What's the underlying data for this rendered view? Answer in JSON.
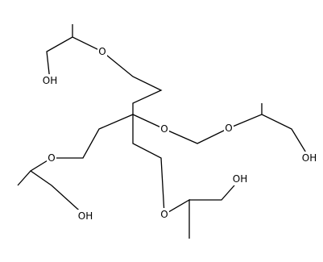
{
  "molecule": {
    "atoms": [
      {
        "id": "o-arm-top",
        "label": "O"
      },
      {
        "id": "oh-arm-top",
        "label": "OH"
      },
      {
        "id": "o-core",
        "label": "O"
      },
      {
        "id": "o-arm-right-ether",
        "label": "O"
      },
      {
        "id": "oh-arm-right",
        "label": "OH"
      },
      {
        "id": "o-arm-left",
        "label": "O"
      },
      {
        "id": "oh-arm-left",
        "label": "OH"
      },
      {
        "id": "o-arm-bottom",
        "label": "O"
      },
      {
        "id": "oh-arm-bottom",
        "label": "OH"
      }
    ]
  }
}
